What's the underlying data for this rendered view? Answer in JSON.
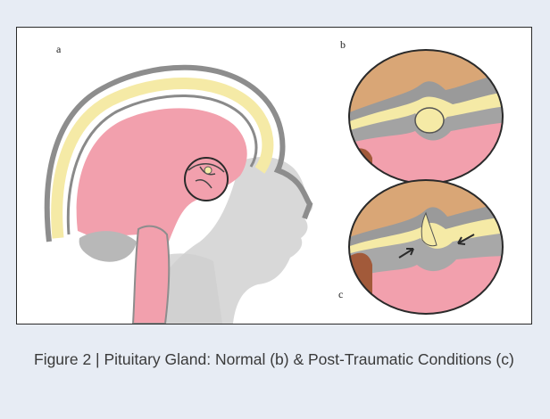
{
  "figure": {
    "panel_labels": {
      "a": "a",
      "b": "b",
      "c": "c"
    },
    "caption": "Figure 2 | Pituitary Gland: Normal (b) & Post-Traumatic Conditions (c)"
  },
  "colors": {
    "background": "#e7ecf4",
    "brain_pink": "#f2a0ad",
    "meninges_yellow": "#f5eaa6",
    "bone_tan": "#d9a676",
    "dura_gray": "#9a9a9a",
    "face_gray": "#cfcfcf"
  }
}
